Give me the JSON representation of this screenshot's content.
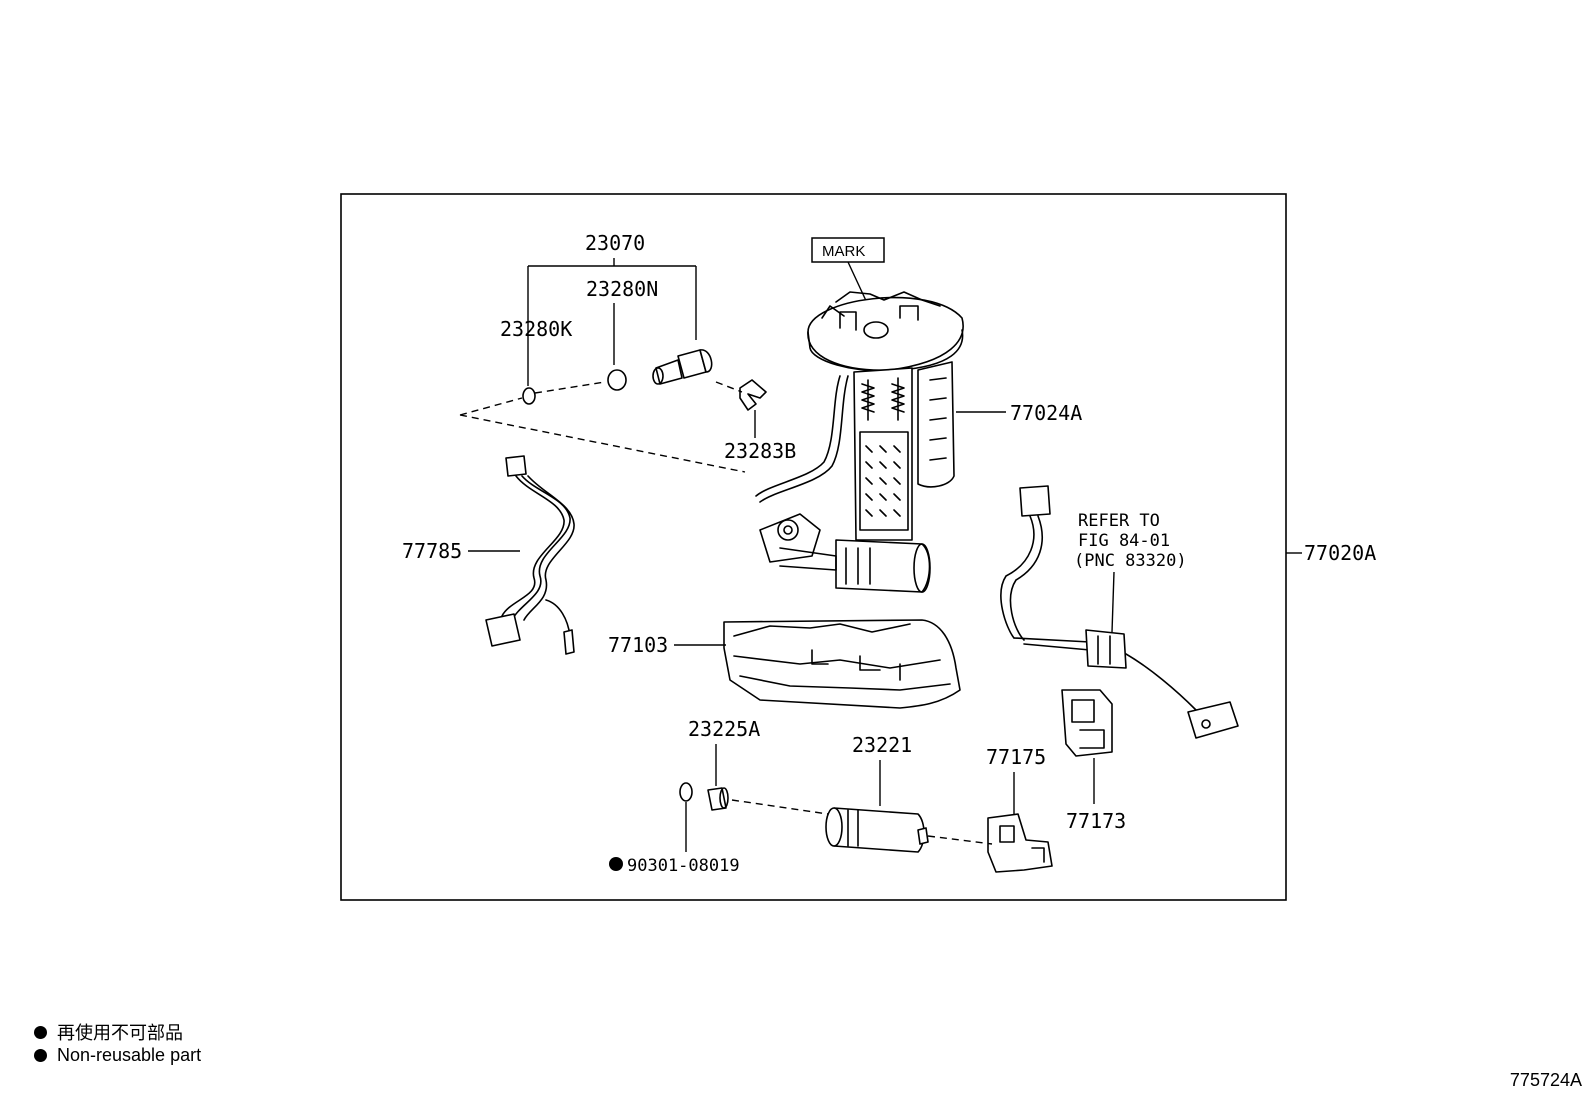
{
  "labels": {
    "p23070": "23070",
    "p23280N": "23280N",
    "p23280K": "23280K",
    "p23283B": "23283B",
    "p77024A": "77024A",
    "p77785": "77785",
    "p77103": "77103",
    "p77020A": "77020A",
    "p23225A": "23225A",
    "p23221": "23221",
    "p77175": "77175",
    "p77173": "77173",
    "p90301": "90301-08019",
    "mark": "MARK",
    "refer_line1": "REFER TO",
    "refer_line2": "FIG 84-01",
    "refer_line3": "(PNC 83320)"
  },
  "legend": {
    "japanese": "再使用不可部品",
    "english": "Non-reusable part"
  },
  "figure_id": "775724A"
}
